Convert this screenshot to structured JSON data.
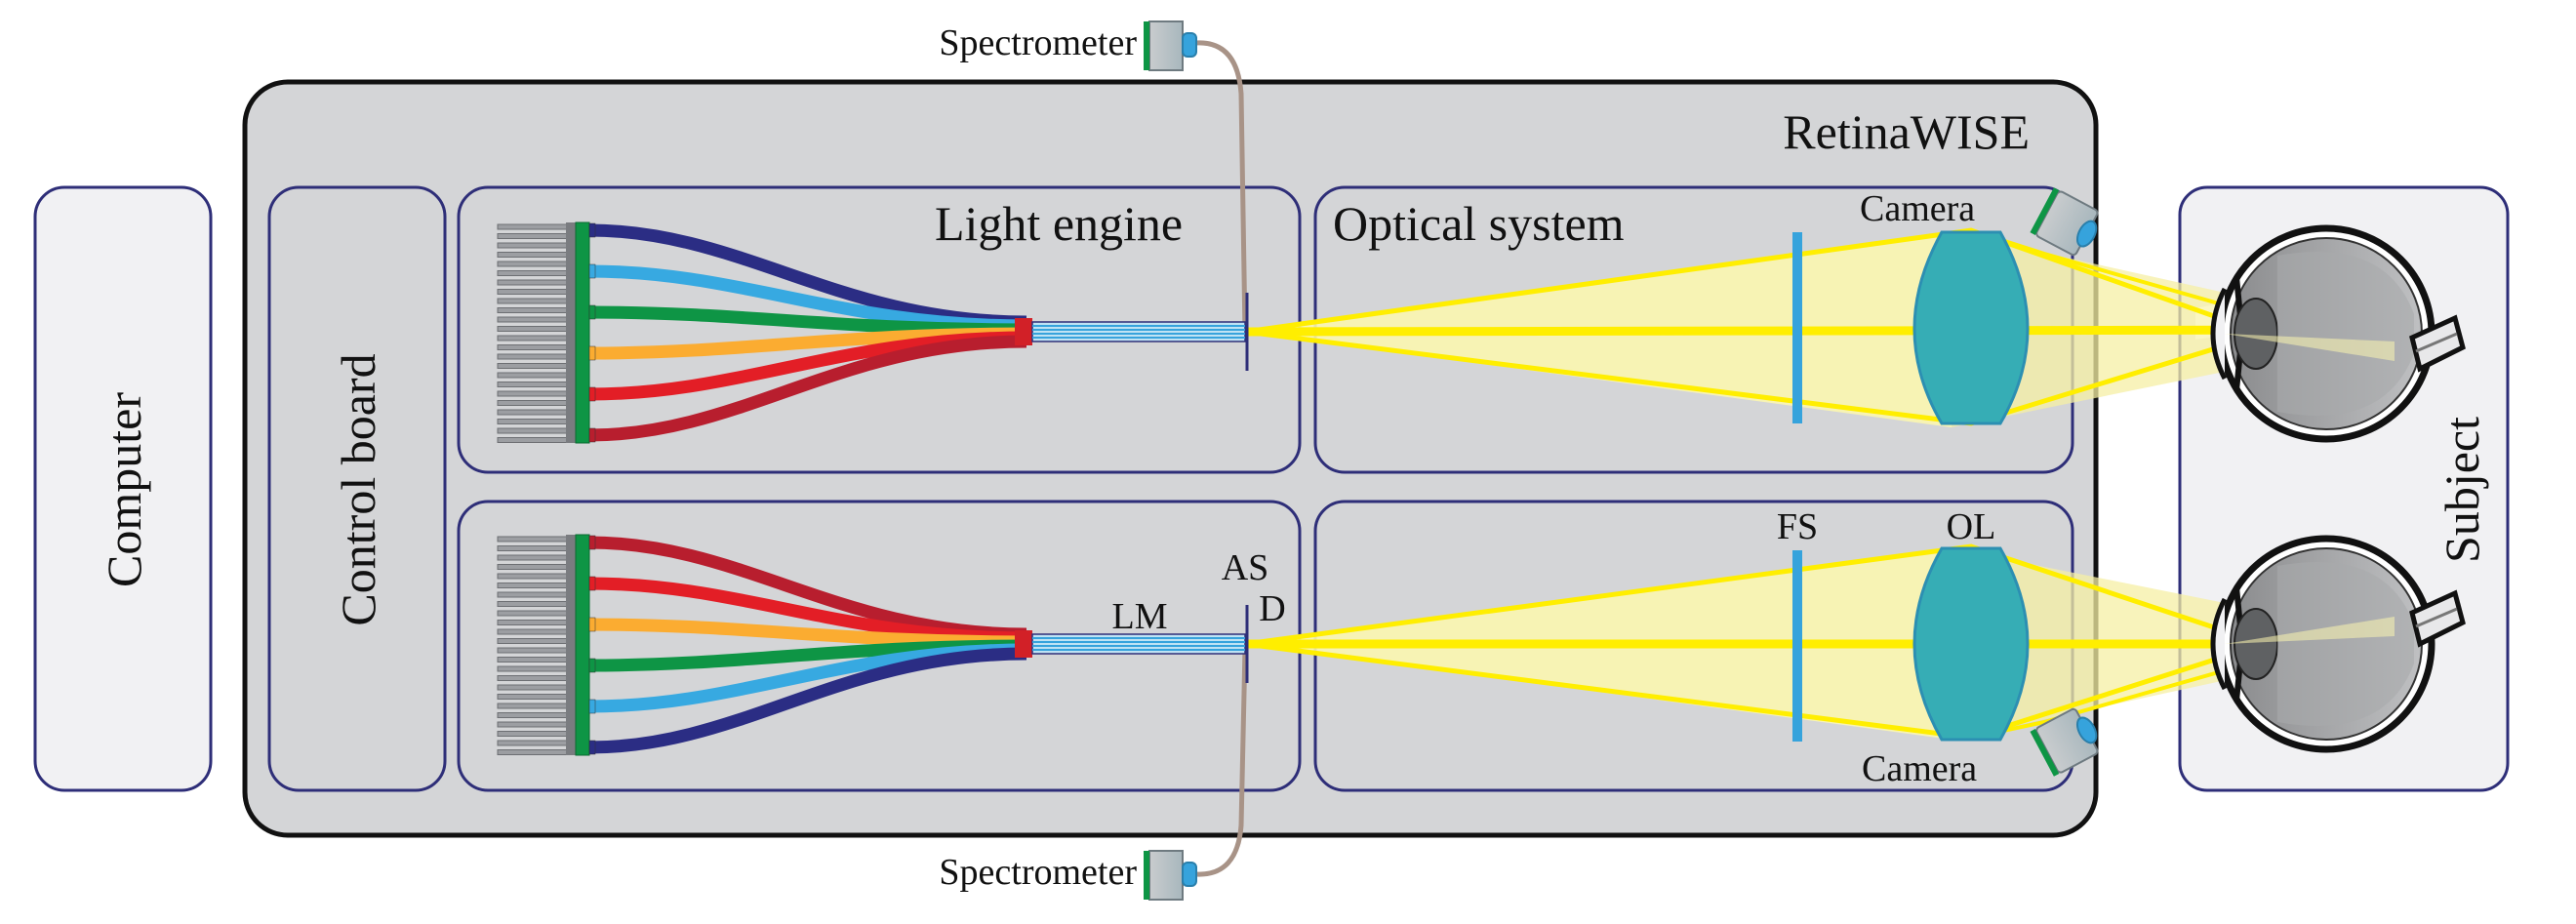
{
  "labels": {
    "spectrometer_top": "Spectrometer",
    "spectrometer_bottom": "Spectrometer",
    "retinawise": "RetinaWISE",
    "computer": "Computer",
    "control_board": "Control board",
    "light_engine": "Light engine",
    "optical_system": "Optical system",
    "camera_top": "Camera",
    "camera_bottom": "Camera",
    "subject": "Subject",
    "lm": "LM",
    "as": "AS",
    "d": "D",
    "fs": "FS",
    "ol": "OL"
  },
  "colors": {
    "panel_fill": "#d4d5d7",
    "panel_border": "#2e2e78",
    "outer_border": "#111111",
    "computer_fill": "#f1f1f3",
    "lens": "#36adb5",
    "fs_bar": "#36a3dc",
    "beam": "#ffee00",
    "beam_fill": "#fbf6b0",
    "cable": "#a89387",
    "fibers_top": [
      "#2b2d84",
      "#37a9e1",
      "#0e9545",
      "#fbac31",
      "#e31e26",
      "#b81e2e"
    ],
    "fibers_bottom": [
      "#b81e2e",
      "#e31e26",
      "#fbac31",
      "#0e9545",
      "#37a9e1",
      "#2b2d84"
    ]
  },
  "icons": {
    "spectrometer": "spectrometer-icon",
    "camera": "camera-icon",
    "eye": "eye-icon",
    "led_array": "led-array-icon"
  }
}
